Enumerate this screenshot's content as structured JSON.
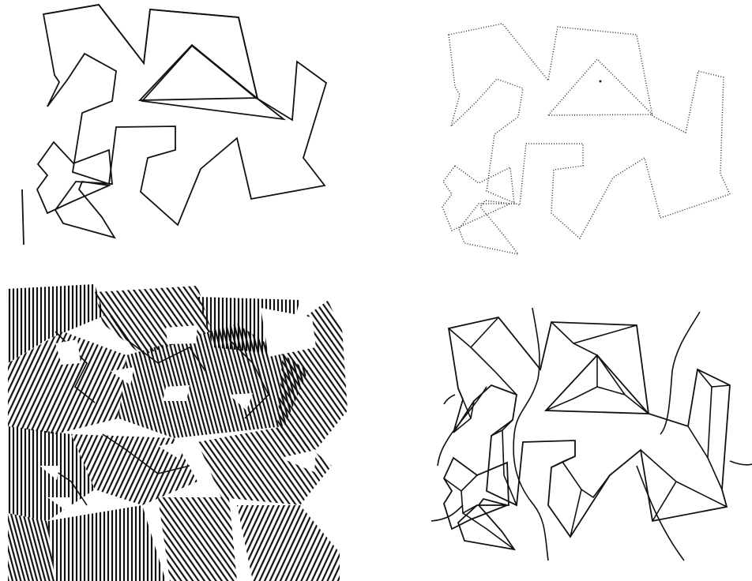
{
  "figure": {
    "panels": [
      {
        "id": "tl",
        "style": "solid",
        "description_hidden": true
      },
      {
        "id": "tr",
        "style": "dotted",
        "description_hidden": true
      },
      {
        "id": "bl",
        "style": "hatched",
        "description_hidden": true
      },
      {
        "id": "br",
        "style": "skeleton",
        "description_hidden": true
      }
    ]
  },
  "colors": {
    "ink": "#111111",
    "paper": "#ffffff"
  }
}
